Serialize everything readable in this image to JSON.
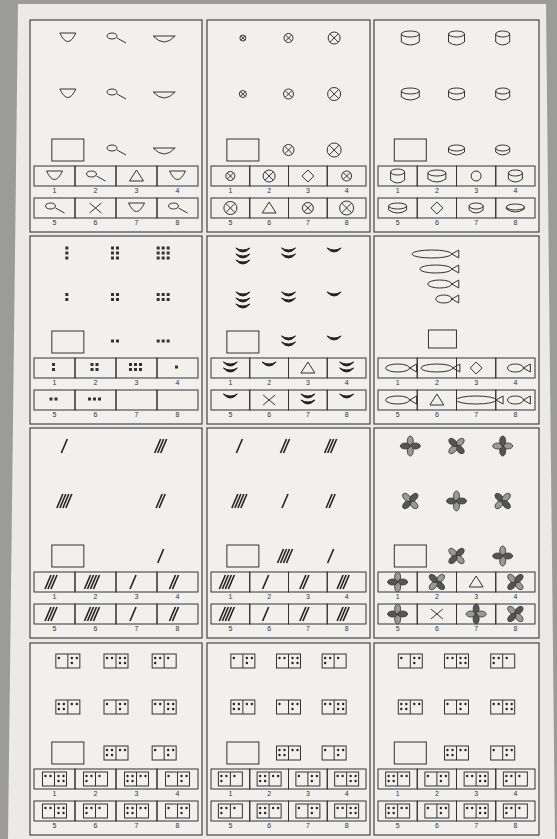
{
  "diagram": {
    "labels": [
      "1",
      "2",
      "3",
      "4",
      "5",
      "6",
      "7",
      "8",
      "1",
      "2",
      "3",
      "4",
      "5",
      "6",
      "7",
      "8",
      "1",
      "2",
      "3",
      "4",
      "5",
      "6",
      "7",
      "8",
      "1",
      "2",
      "3",
      "4",
      "5",
      "6",
      "7",
      "8",
      "1",
      "2",
      "3",
      "4",
      "5",
      "6",
      "7",
      "8",
      "1",
      "2",
      "3",
      "4",
      "5",
      "6",
      "7",
      "8",
      "1",
      "2",
      "3",
      "4",
      "5",
      "6",
      "7",
      "8",
      "1",
      "2",
      "3",
      "4",
      "5",
      "6",
      "7",
      "8",
      "1",
      "2",
      "3",
      "4",
      "5",
      "6",
      "7",
      "8",
      "1",
      "2",
      "3",
      "4",
      "5",
      "6",
      "7",
      "8",
      "1",
      "2",
      "3",
      "4",
      "5",
      "6",
      "7",
      "8",
      "1",
      "2",
      "3",
      "4",
      "5",
      "6",
      "7",
      "8"
    ]
  }
}
